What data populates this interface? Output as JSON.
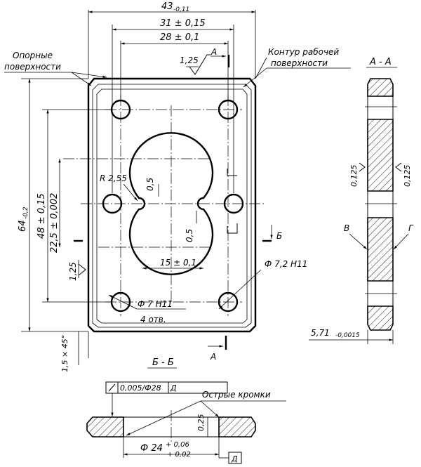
{
  "dimensions": {
    "overall_width": "43",
    "overall_width_tol": "-0,11",
    "hole_spacing": "31 ± 0,15",
    "slot_width": "28 ± 0,1",
    "overall_height": "64",
    "overall_height_tol": "-0,2",
    "height_48": "48 ± 0,15",
    "height_22": "22,5 ± 0,002",
    "radius": "R 2,55",
    "gap_top": "0,5",
    "gap_bottom": "0,5",
    "center_15": "15 ± 0,1",
    "bore_small": "Ф 7,2 H11",
    "bore_hole": "Ф 7 H11",
    "bore_count": "4 отв.",
    "chamfer": "1,5 × 45°",
    "thickness": "5,71",
    "thickness_tol": "-0,0015",
    "ring_diameter": "Ф 24",
    "ring_tol_upper": "+ 0,06",
    "ring_tol_lower": "+ 0,02",
    "ring_roughness": "0,25",
    "roughness_125": "1,25",
    "roughness_0125a": "0,125",
    "roughness_0125b": "0,125",
    "roughness_side": "1,25"
  },
  "labels": {
    "support_surfaces_1": "Опорные",
    "support_surfaces_2": "поверхности",
    "work_contour_1": "Контур рабочей",
    "work_contour_2": "поверхности",
    "sharp_edges": "Острые кромки",
    "section_aa": "А - А",
    "section_bb": "Б - Б",
    "mark_a_top": "А",
    "mark_a_bottom": "А",
    "mark_b": "Б",
    "mark_v": "В",
    "mark_g": "Г",
    "tolerance_frame": "0,005/Ф28",
    "datum_d": "Д",
    "datum_d_bottom": "Д"
  }
}
